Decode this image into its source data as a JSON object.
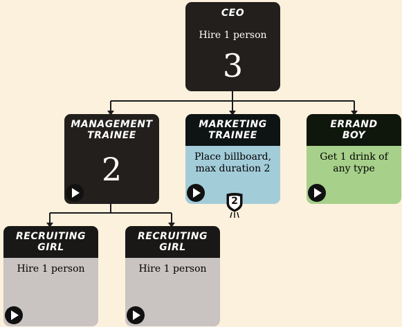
{
  "ceo": {
    "title": "CEO",
    "desc": "Hire 1 person",
    "number": "3"
  },
  "management": {
    "title": "MANAGEMENT\nTRAINEE",
    "number": "2"
  },
  "marketing": {
    "title": "MARKETING\nTRAINEE",
    "desc": "Place billboard,\nmax duration 2",
    "badge": "2"
  },
  "errand": {
    "title": "ERRAND\nBOY",
    "desc": "Get 1 drink of\nany type"
  },
  "recruiting1": {
    "title": "RECRUITING\nGIRL",
    "desc": "Hire 1 person"
  },
  "recruiting2": {
    "title": "RECRUITING\nGIRL",
    "desc": "Hire 1 person"
  },
  "colors": {
    "background": "#fcf1dd",
    "dark_card": "#221f1d",
    "marketing_body": "#a3ccd9",
    "errand_body": "#a7d08a",
    "recruiting_body": "#c9c3c1"
  }
}
